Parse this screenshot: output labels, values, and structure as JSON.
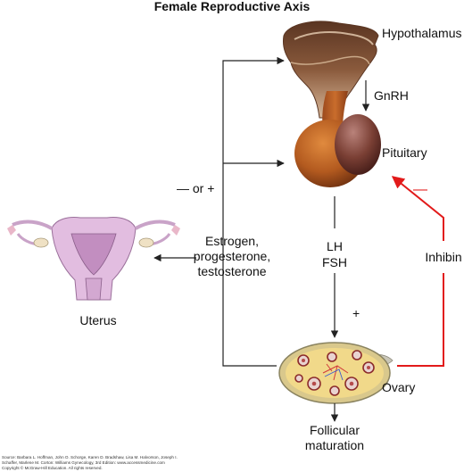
{
  "title": "Female Reproductive Axis",
  "labels": {
    "hypothalamus": "Hypothalamus",
    "gnrh": "GnRH",
    "pituitary": "Pituitary",
    "feedback_sign": "— or +",
    "inhibin_sign": "—",
    "estrogen_line1": "Estrogen,",
    "estrogen_line2": "progesterone,",
    "estrogen_line3": "testosterone",
    "lh": "LH",
    "fsh": "FSH",
    "inhibin": "Inhibin",
    "uterus": "Uterus",
    "plus": "+",
    "ovary": "Ovary",
    "follicular_line1": "Follicular",
    "follicular_line2": "maturation"
  },
  "credit": {
    "line1": "Source: Barbara L. Hoffman, John O. Schorge, Karen D. Bradshaw, Lisa M. Halvorson, Joseph I.",
    "line2": "Schaffer, Marlene M. Corton: Williams Gynecology, 3rd Edition: www.accessmedicine.com",
    "line3": "Copyright © McGraw-Hill Education. All rights reserved."
  },
  "colors": {
    "text": "#111111",
    "arrow": "#222222",
    "inhibin_arrow": "#e21a1a",
    "hypothalamus": "#8a5a3c",
    "pituitary_anterior": "#b35a1f",
    "pituitary_posterior": "#7a3f34",
    "uterus": "#e2bde0",
    "ovary": "#f1d98a"
  }
}
